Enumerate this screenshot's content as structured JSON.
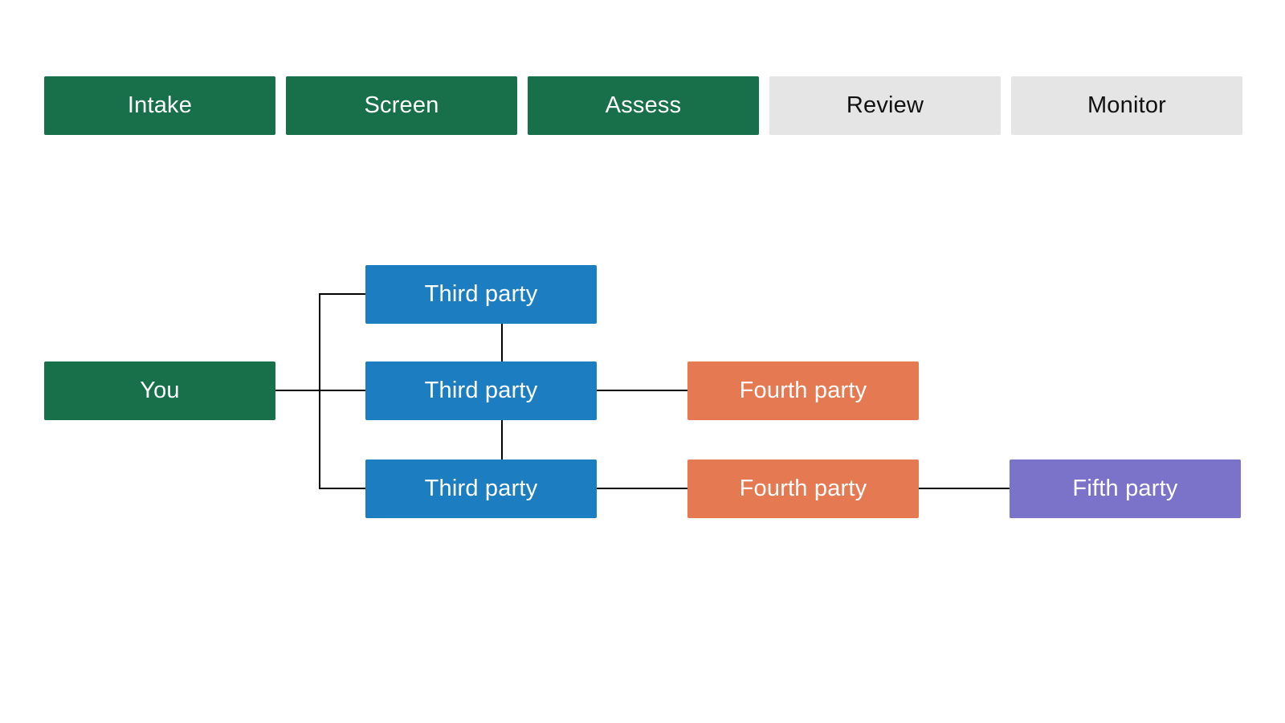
{
  "stages": [
    {
      "label": "Intake",
      "status": "complete"
    },
    {
      "label": "Screen",
      "status": "complete"
    },
    {
      "label": "Assess",
      "status": "complete"
    },
    {
      "label": "Review",
      "status": "upcoming"
    },
    {
      "label": "Monitor",
      "status": "upcoming"
    }
  ],
  "network": {
    "you": {
      "label": "You"
    },
    "third_parties": [
      {
        "label": "Third party"
      },
      {
        "label": "Third party"
      },
      {
        "label": "Third party"
      }
    ],
    "fourth_parties": [
      {
        "label": "Fourth party"
      },
      {
        "label": "Fourth party"
      }
    ],
    "fifth_parties": [
      {
        "label": "Fifth party"
      }
    ]
  },
  "colors": {
    "stage_complete": "#177049",
    "stage_upcoming": "#E5E5E5",
    "you": "#177049",
    "third_party": "#1C7EC0",
    "fourth_party": "#E57A52",
    "fifth_party": "#7B73C9",
    "connector": "#000000",
    "text_on_color": "#FFFFFF",
    "text_on_gray": "#111111"
  }
}
